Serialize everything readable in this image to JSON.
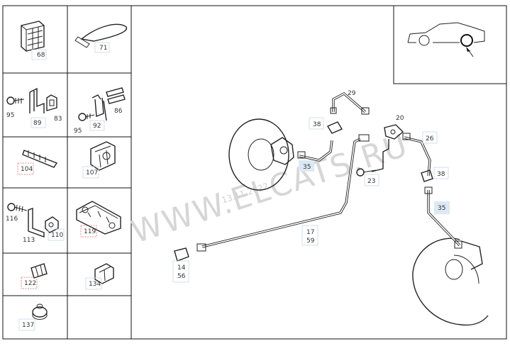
{
  "watermark": {
    "text": "WWW.ELCATS.RU",
    "date": "13.11.2022"
  },
  "side_parts": {
    "p68": "68",
    "p71": "71",
    "p95a": "95",
    "p89": "89",
    "p83": "83",
    "p86": "86",
    "p95b": "95",
    "p92": "92",
    "p104": "104",
    "p107": "107",
    "p116": "116",
    "p113": "113",
    "p110": "110",
    "p119": "119",
    "p122": "122",
    "p134": "134",
    "p137": "137"
  },
  "main_parts": {
    "p29": "29",
    "p38a": "38",
    "p35a": "35",
    "p20": "20",
    "p26": "26",
    "p23": "23",
    "p38b": "38",
    "p35b": "35",
    "p17": "17",
    "p59": "59",
    "p14": "14",
    "p56": "56"
  },
  "colors": {
    "highlight": "#dde8f4",
    "accent_red": "#e06666",
    "line": "#222222"
  }
}
